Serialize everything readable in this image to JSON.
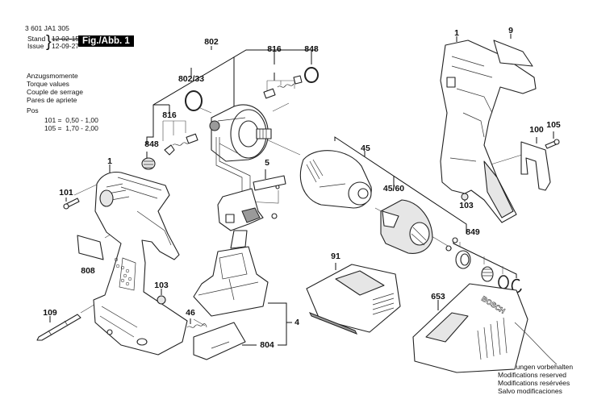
{
  "header": {
    "part_number": "3 601 JA1 305",
    "stand_label": "Stand",
    "issue_label": "Issue",
    "stand_date": "12-02-15",
    "issue_date": "12-09-27",
    "figure_label": "Fig./Abb. 1"
  },
  "torque": {
    "lines": [
      "Anzugsmomente",
      "Torque values",
      "Couple de serrage",
      "Pares de apriete"
    ],
    "pos_label": "Pos",
    "values": [
      {
        "pos": "101",
        "range": "0,50 - 1,00"
      },
      {
        "pos": "105",
        "range": "1,70 - 2,00"
      }
    ]
  },
  "notice": {
    "lines": [
      "Änderungen vorbehalten",
      "Modifications reserved",
      "Modifications resérvées",
      "Salvo modificaciones"
    ]
  },
  "labels": {
    "l802": "802",
    "l802_33": "802/33",
    "l816a": "816",
    "l816b": "816",
    "l848a": "848",
    "l848b": "848",
    "l1a": "1",
    "l1b": "1",
    "l9": "9",
    "l100": "100",
    "l105": "105",
    "l101": "101",
    "l5": "5",
    "l45": "45",
    "l45_60": "45/60",
    "l103a": "103",
    "l103b": "103",
    "l849": "849",
    "l808": "808",
    "l91": "91",
    "l653": "653",
    "l109": "109",
    "l46": "46",
    "l4": "4",
    "l804": "804"
  },
  "charger_brand": "BOSCH"
}
